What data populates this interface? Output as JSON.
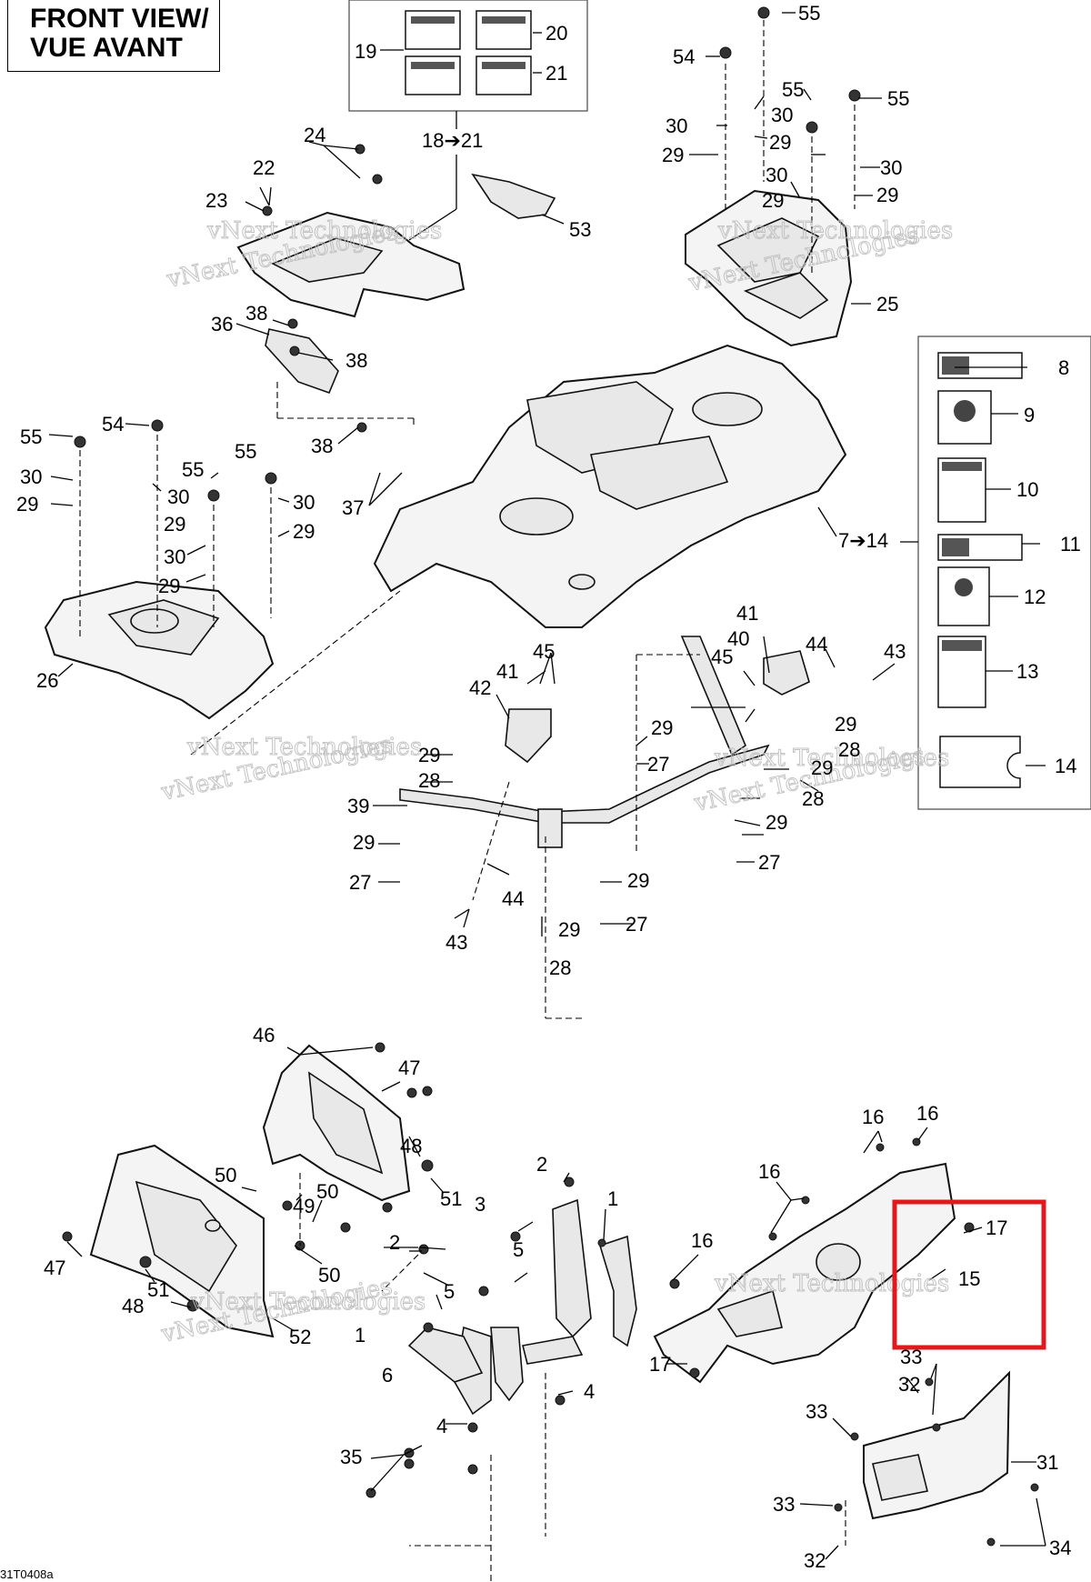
{
  "title": {
    "line1": "FRONT VIEW/",
    "line2": "VUE AVANT"
  },
  "diagram_code": "31T0408a",
  "watermark": "vNext Technologies",
  "highlight_color": "#e0191e",
  "callouts": {
    "c1": "1",
    "c2": "2",
    "c3": "3",
    "c4": "4",
    "c5": "5",
    "c6": "6",
    "c7_14": "7➔14",
    "c8": "8",
    "c9": "9",
    "c10": "10",
    "c11": "11",
    "c12": "12",
    "c13": "13",
    "c14": "14",
    "c15": "15",
    "c16": "16",
    "c17": "17",
    "c18_21": "18➔21",
    "c19": "19",
    "c20": "20",
    "c21": "21",
    "c22": "22",
    "c23": "23",
    "c24": "24",
    "c25": "25",
    "c26": "26",
    "c27": "27",
    "c28": "28",
    "c29": "29",
    "c30": "30",
    "c31": "31",
    "c32": "32",
    "c33": "33",
    "c34": "34",
    "c35": "35",
    "c36": "36",
    "c37": "37",
    "c38": "38",
    "c39": "39",
    "c40": "40",
    "c41": "41",
    "c42": "42",
    "c43": "43",
    "c44": "44",
    "c45": "45",
    "c46": "46",
    "c47": "47",
    "c48": "48",
    "c49": "49",
    "c50": "50",
    "c51": "51",
    "c52": "52",
    "c53": "53",
    "c54": "54",
    "c55": "55"
  }
}
